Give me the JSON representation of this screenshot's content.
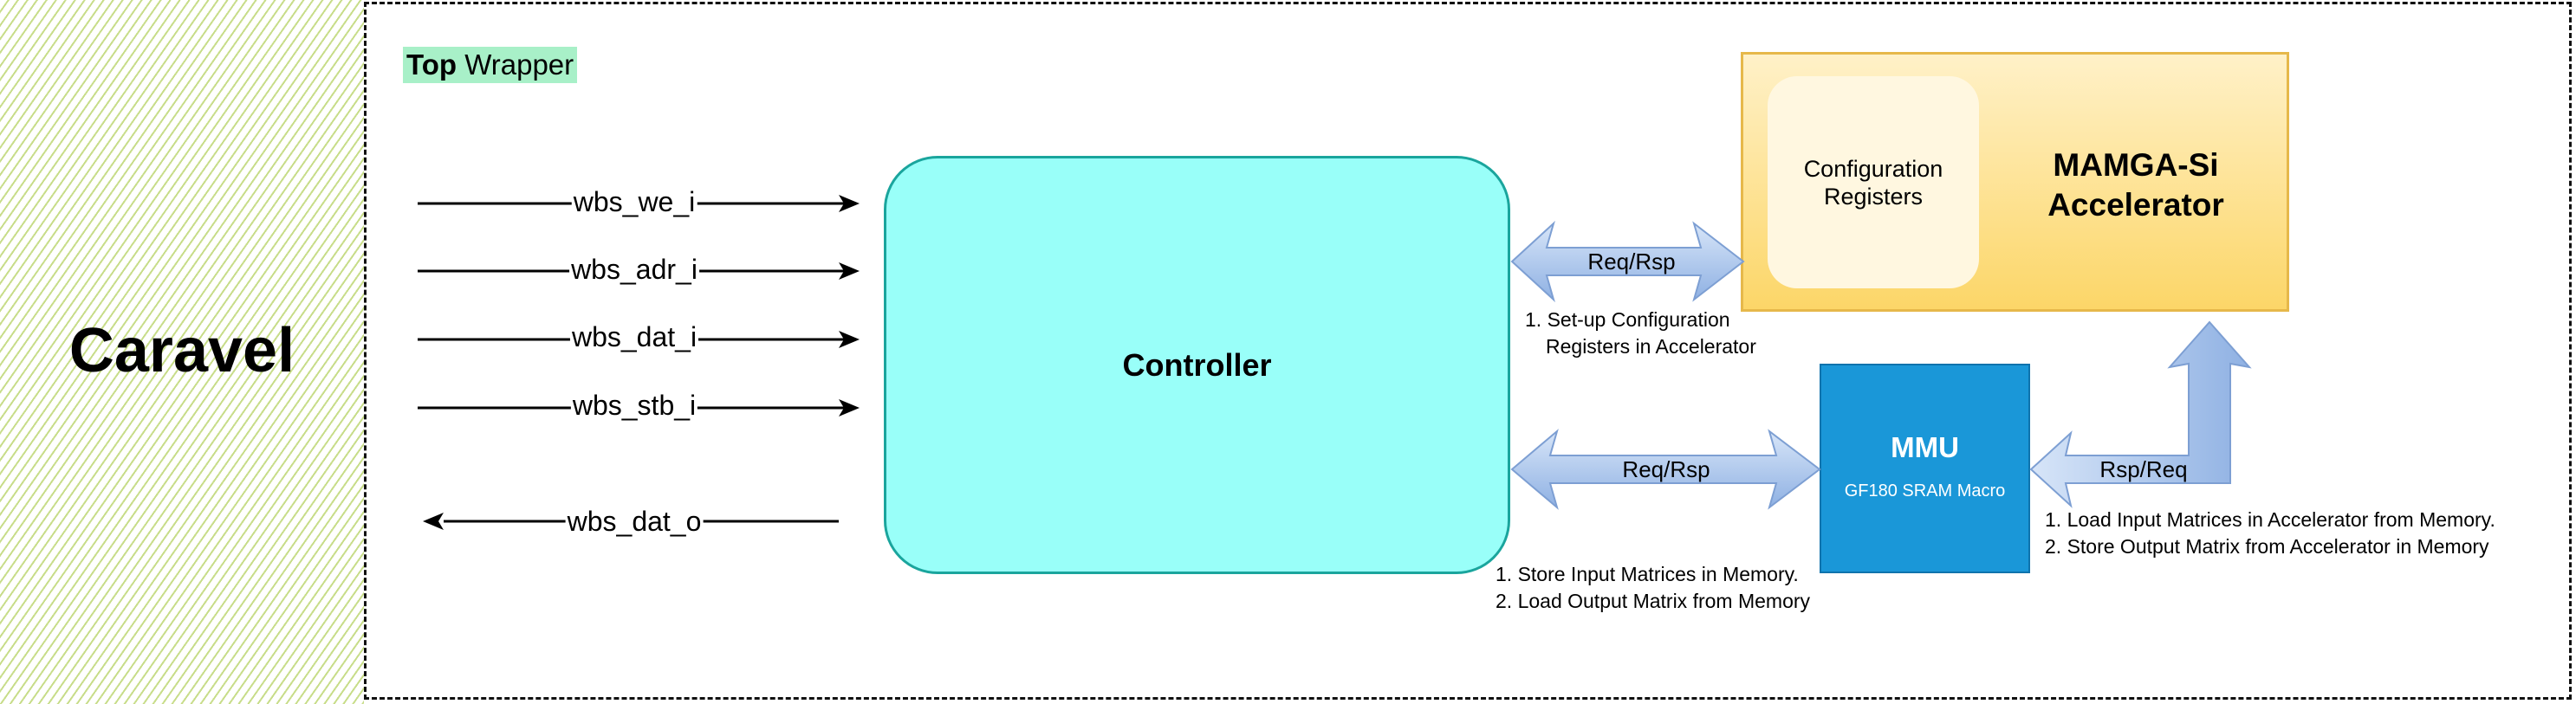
{
  "caravel": {
    "title": "Caravel"
  },
  "wrapper": {
    "label_bold": "Top",
    "label_rest": " Wrapper"
  },
  "signals": [
    {
      "name": "wbs_we_i",
      "direction": "in"
    },
    {
      "name": "wbs_adr_i",
      "direction": "in"
    },
    {
      "name": "wbs_dat_i",
      "direction": "in"
    },
    {
      "name": "wbs_stb_i",
      "direction": "in"
    },
    {
      "name": "wbs_dat_o",
      "direction": "out"
    }
  ],
  "controller": {
    "label": "Controller"
  },
  "accelerator": {
    "title_line1": "MAMGA-Si",
    "title_line2": "Accelerator",
    "config_line1": "Configuration",
    "config_line2": "Registers"
  },
  "mmu": {
    "title": "MMU",
    "subtitle": "GF180 SRAM Macro"
  },
  "links": {
    "ctrl_accel": {
      "label": "Req/Rsp",
      "note_line1": "1. Set-up Configuration",
      "note_line2": "Registers in Accelerator"
    },
    "ctrl_mmu": {
      "label": "Req/Rsp",
      "note_line1": "1. Store Input Matrices in Memory.",
      "note_line2": "2. Load Output Matrix from Memory"
    },
    "mmu_accel": {
      "label": "Rsp/Req",
      "note_line1": "1. Load Input Matrices in Accelerator from Memory.",
      "note_line2": "2. Store Output Matrix from Accelerator in Memory"
    }
  },
  "colors": {
    "controller_fill": "#99fff9",
    "accelerator_fill": "#fcd668",
    "mmu_fill": "#1a97d8",
    "wrapper_label_bg": "#a8f0c8",
    "caravel_hatch": "#c8dd8a",
    "block_arrow": "#a9c4ec"
  }
}
